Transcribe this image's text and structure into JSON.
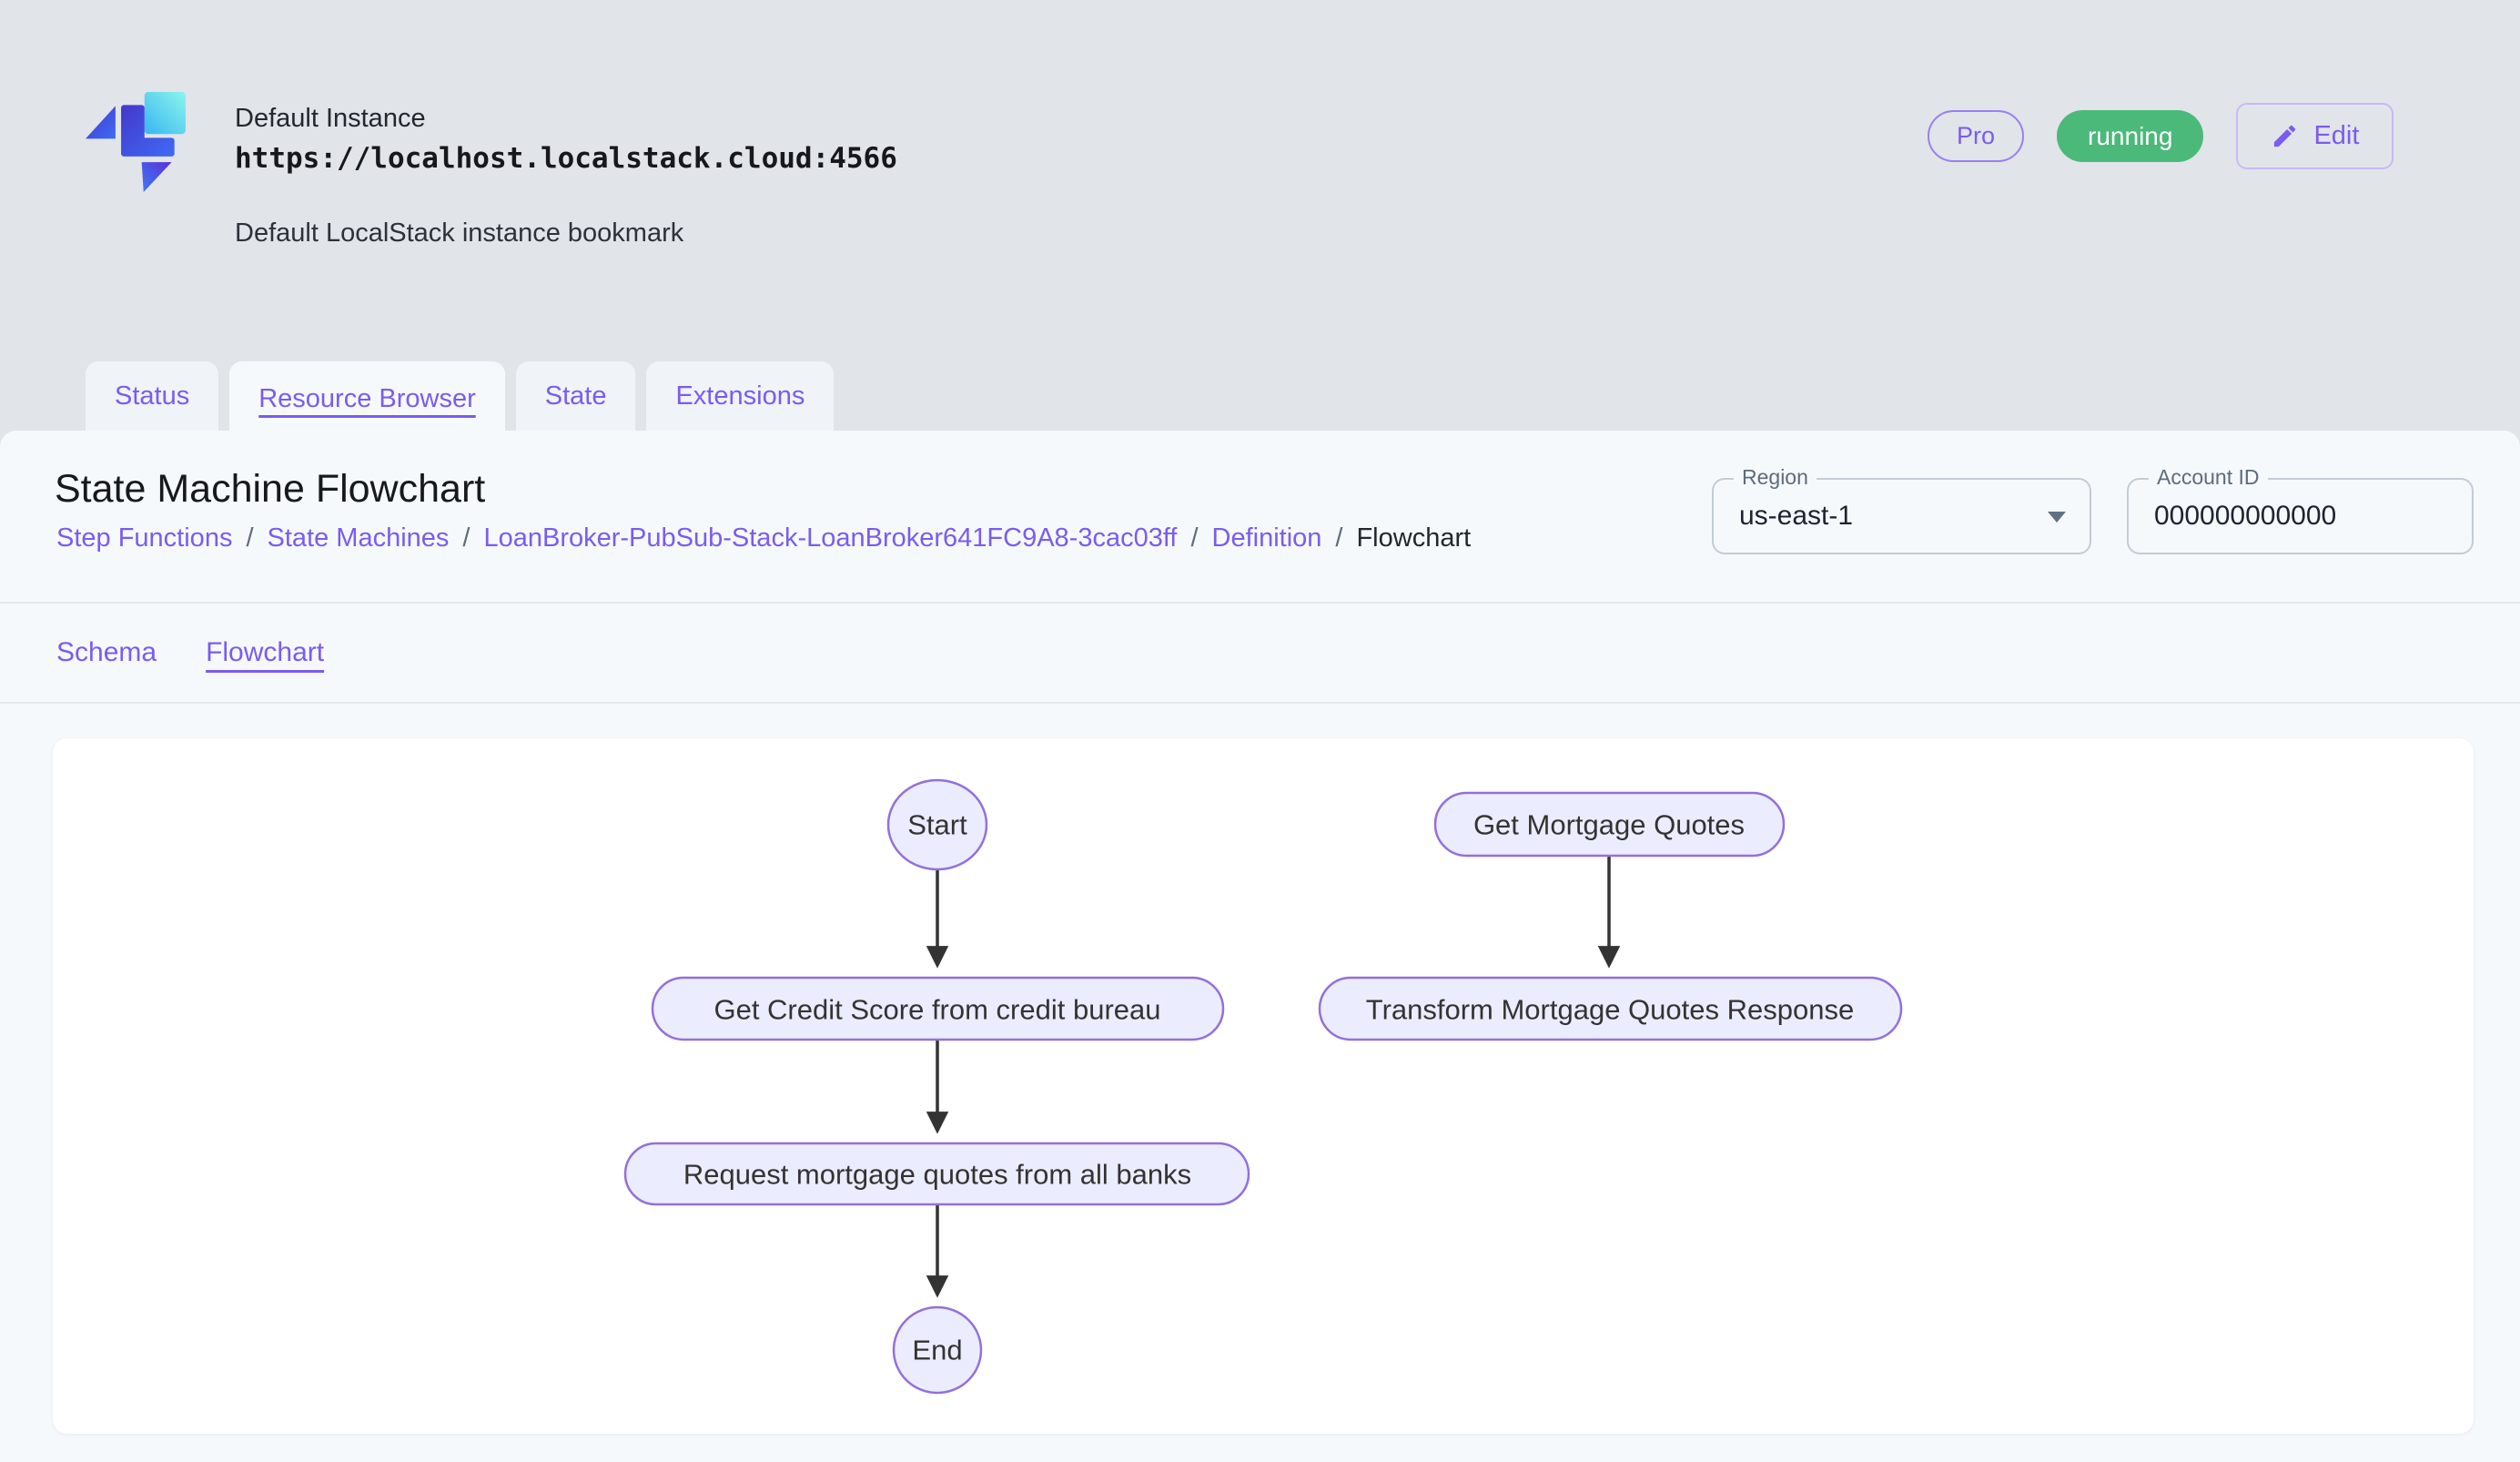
{
  "header": {
    "instance_name": "Default Instance",
    "instance_url": "https://localhost.localstack.cloud:4566",
    "instance_description": "Default LocalStack instance bookmark",
    "pro_label": "Pro",
    "status_label": "running",
    "edit_label": "Edit"
  },
  "tabs": [
    {
      "label": "Status",
      "active": false
    },
    {
      "label": "Resource Browser",
      "active": true
    },
    {
      "label": "State",
      "active": false
    },
    {
      "label": "Extensions",
      "active": false
    }
  ],
  "page": {
    "title": "State Machine Flowchart",
    "breadcrumbs": {
      "items": [
        "Step Functions",
        "State Machines",
        "LoanBroker-PubSub-Stack-LoanBroker641FC9A8-3cac03ff",
        "Definition"
      ],
      "current": "Flowchart",
      "separator": "/"
    },
    "region": {
      "label": "Region",
      "value": "us-east-1"
    },
    "account": {
      "label": "Account ID",
      "value": "000000000000"
    },
    "subtabs": [
      {
        "label": "Schema",
        "active": false
      },
      {
        "label": "Flowchart",
        "active": true
      }
    ]
  },
  "flowchart": {
    "nodes": [
      {
        "id": "start",
        "label": "Start",
        "shape": "ellipse"
      },
      {
        "id": "getCredit",
        "label": "Get Credit Score from credit bureau",
        "shape": "stadium"
      },
      {
        "id": "request",
        "label": "Request mortgage quotes from all banks",
        "shape": "stadium"
      },
      {
        "id": "end",
        "label": "End",
        "shape": "ellipse"
      },
      {
        "id": "getQuotes",
        "label": "Get Mortgage Quotes",
        "shape": "stadium"
      },
      {
        "id": "transform",
        "label": "Transform Mortgage Quotes Response",
        "shape": "stadium"
      }
    ],
    "edges": [
      {
        "from": "start",
        "to": "getCredit"
      },
      {
        "from": "getCredit",
        "to": "request"
      },
      {
        "from": "request",
        "to": "end"
      },
      {
        "from": "getQuotes",
        "to": "transform"
      }
    ]
  },
  "colors": {
    "accent_purple": "#7a5cf0",
    "running_green": "#4ab97a",
    "node_fill": "#ececff",
    "node_stroke": "#9370db",
    "edge": "#333333",
    "page_background": "#e1e4e9",
    "panel_background": "#f6f9fc"
  }
}
